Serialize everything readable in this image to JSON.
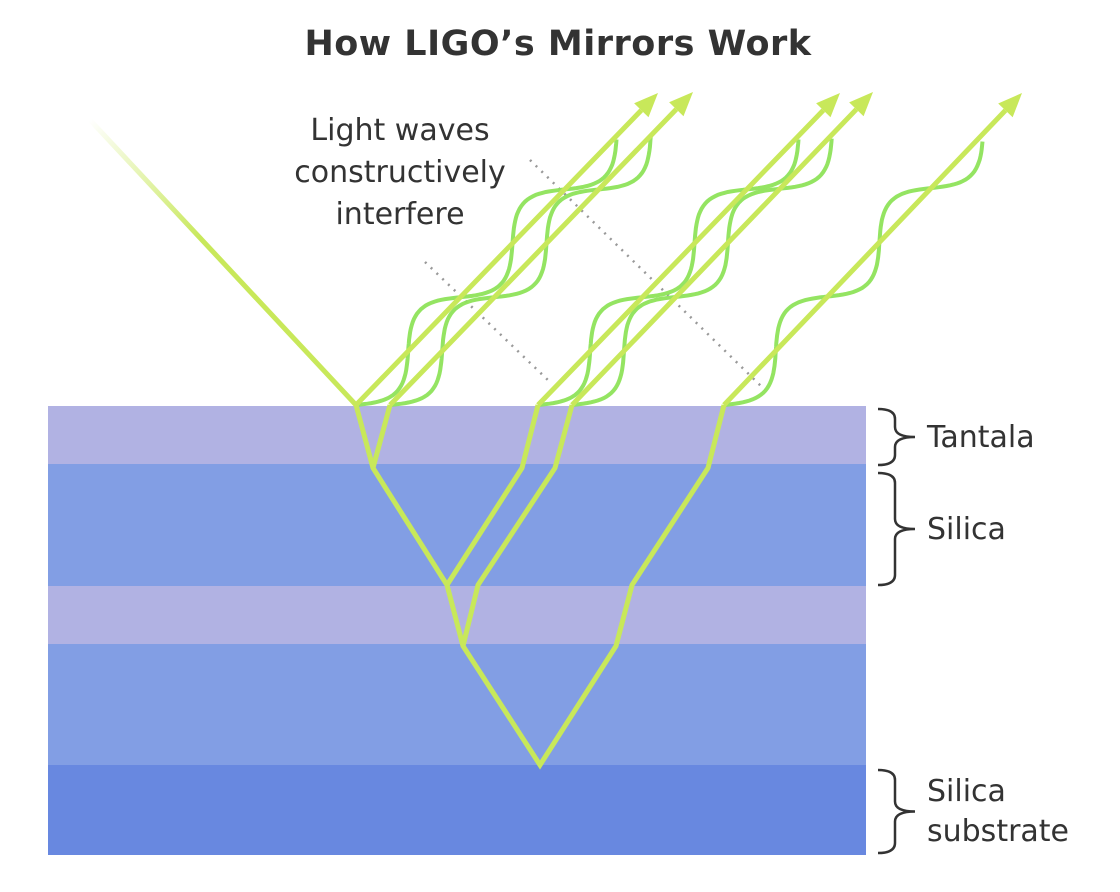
{
  "title": "How LIGO’s Mirrors Work",
  "annotation": [
    "Light waves",
    "constructively",
    "interfere"
  ],
  "layers": [
    {
      "name": "Tantala",
      "color": "#b1b2e3"
    },
    {
      "name": "Silica",
      "color": "#829ee4"
    },
    {
      "name": "Tantala",
      "color": "#b1b2e3"
    },
    {
      "name": "Silica",
      "color": "#829ee4"
    },
    {
      "name": "Silica substrate",
      "color": "#6888e0"
    }
  ],
  "labels": {
    "tantala": "Tantala",
    "silica": "Silica",
    "substrate_line1": "Silica",
    "substrate_line2": "substrate"
  },
  "colors": {
    "ray": "#c8e85a",
    "wave": "#8ee35a",
    "dots": "#999999",
    "text": "#333333"
  }
}
